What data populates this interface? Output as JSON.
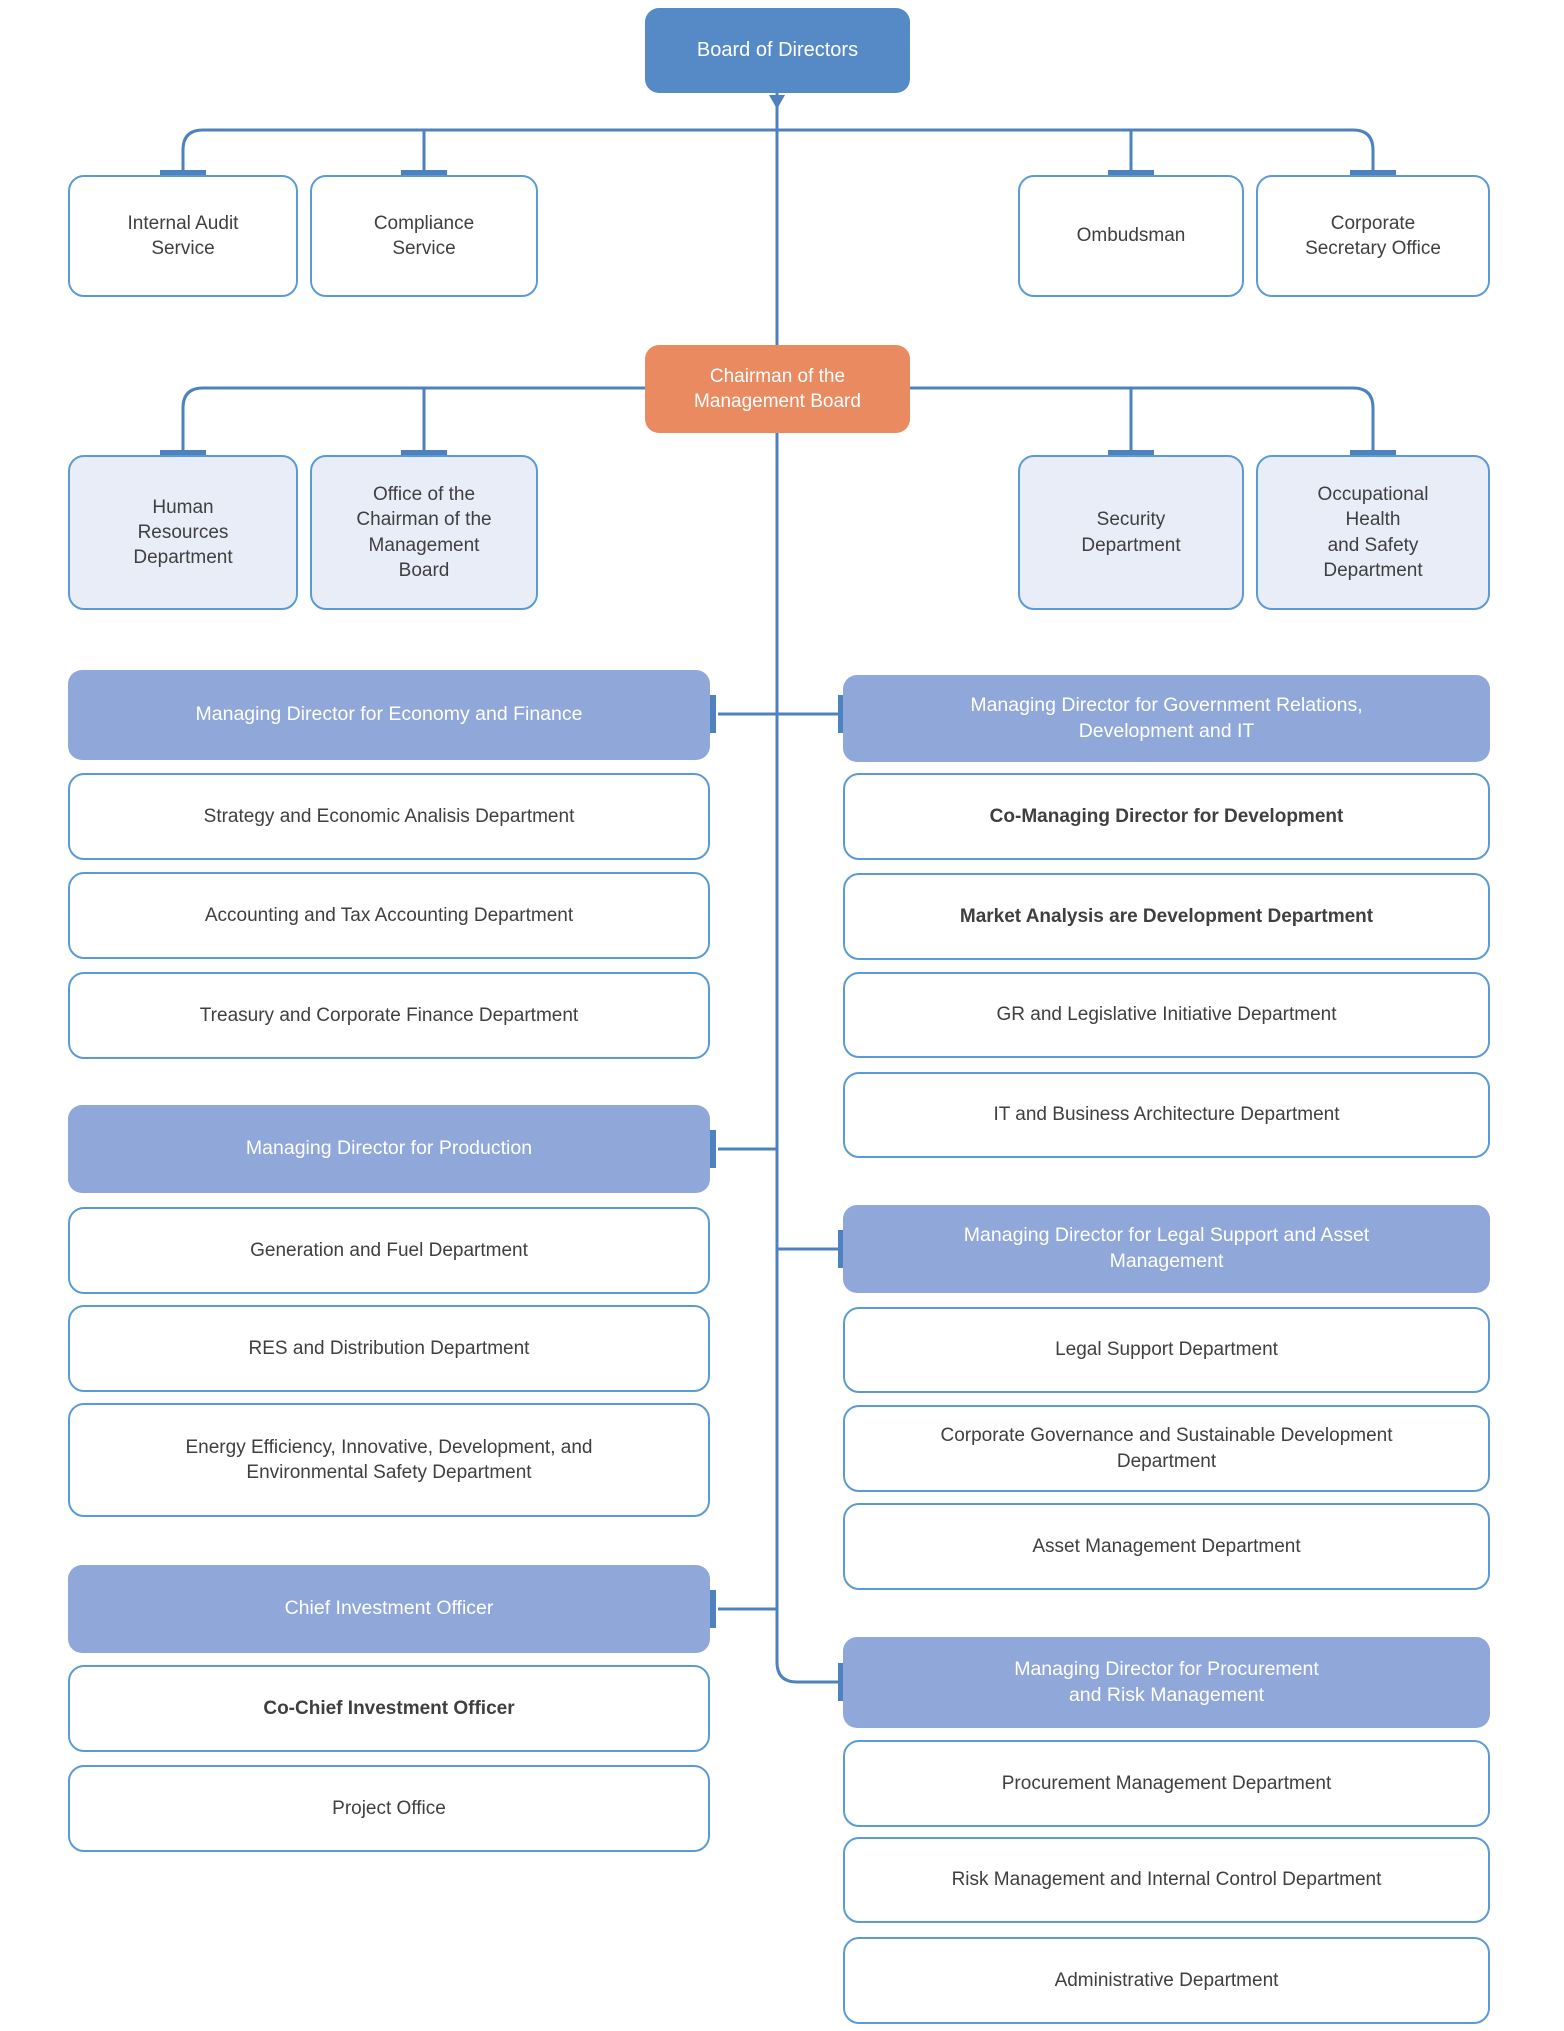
{
  "palette": {
    "line": "#4d82be",
    "primary": "#568ac6",
    "accent": "#e98a60",
    "header": "#90a7d9",
    "light": "#e9edf8",
    "border": "#5b9bd5",
    "text_dark": "#3f3f3f",
    "text_light": "#ffffff"
  },
  "org": {
    "root": {
      "label": "Board of Directors"
    },
    "board_offices": [
      {
        "label": "Internal Audit\nService"
      },
      {
        "label": "Compliance\nService"
      },
      {
        "label": "Ombudsman"
      },
      {
        "label": "Corporate\nSecretary Office"
      }
    ],
    "chairman": {
      "label": "Chairman of the\nManagement Board"
    },
    "chairman_offices": [
      {
        "label": "Human\nResources\nDepartment"
      },
      {
        "label": "Office of the\nChairman of the\nManagement\nBoard"
      },
      {
        "label": "Security\nDepartment"
      },
      {
        "label": "Occupational\nHealth\nand Safety\nDepartment"
      }
    ],
    "divisions": [
      {
        "head": "Managing Director for Economy and Finance",
        "departments": [
          {
            "label": "Strategy and Economic Analisis Department"
          },
          {
            "label": "Accounting and Tax Accounting Department"
          },
          {
            "label": "Treasury and Corporate Finance Department"
          }
        ]
      },
      {
        "head": "Managing Director for Government Relations,\nDevelopment and IT",
        "departments": [
          {
            "label": "Co-Managing Director for Development",
            "bold": true
          },
          {
            "label": "Market Analysis are Development Department",
            "bold": true
          },
          {
            "label": "GR and Legislative Initiative Department"
          },
          {
            "label": "IT and Business Architecture Department"
          }
        ]
      },
      {
        "head": "Managing Director for Production",
        "departments": [
          {
            "label": "Generation and Fuel Department"
          },
          {
            "label": "RES and Distribution Department"
          },
          {
            "label": "Energy Efficiency, Innovative, Development, and\nEnvironmental Safety Department"
          }
        ]
      },
      {
        "head": "Managing Director for Legal Support and Asset\nManagement",
        "departments": [
          {
            "label": "Legal Support Department"
          },
          {
            "label": "Corporate Governance and Sustainable Development\nDepartment"
          },
          {
            "label": "Asset Management Department"
          }
        ]
      },
      {
        "head": "Chief Investment Officer",
        "departments": [
          {
            "label": "Co-Chief Investment Officer",
            "bold": true
          },
          {
            "label": "Project Office"
          }
        ]
      },
      {
        "head": "Managing Director for Procurement\nand Risk Management",
        "departments": [
          {
            "label": "Procurement Management Department"
          },
          {
            "label": "Risk Management and Internal Control Department"
          },
          {
            "label": "Administrative Department"
          }
        ]
      }
    ]
  }
}
